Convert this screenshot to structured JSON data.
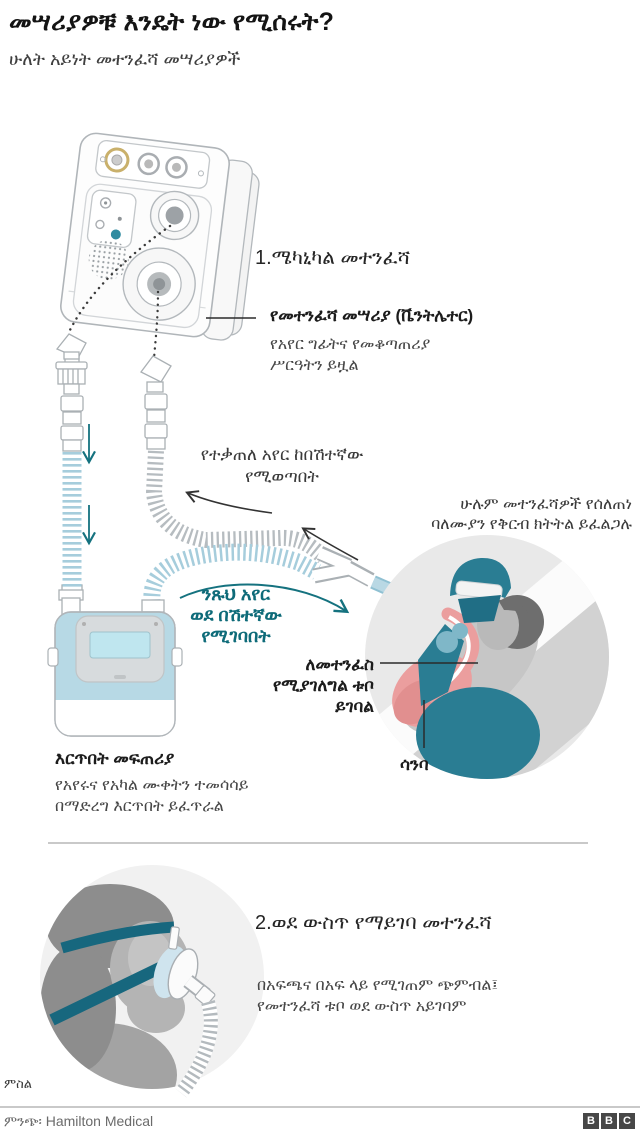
{
  "header": {
    "title": "መሣሪያዎቹ እንዴት ነው የሚሰሩት?",
    "subtitle": "ሁለት አይነት መተንፈሻ መሣሪያዎች"
  },
  "section1": {
    "heading": "1.ሜካኒካል መተንፈሻ",
    "ventilator_label": "የመተንፈሻ መሣሪያ (ቬንትሌተር)",
    "ventilator_desc": "የአየር ግፊትና የመቆጣጠሪያ\nሥርዓትን ይዟል",
    "exhaust_label": "የተቃጠለ አየር ከበሽተኛው\nየሚወጣበት",
    "monitor_note": "ሁሉም መተንፈሻዎች የሰለጠነ\nባለሙያን የቅርብ ክትትል ይፈልጋሉ",
    "clean_air_label": "ንጹህ አየር\nወደ በሽተኛው\nየሚገባበት",
    "tube_label": "ለመተንፈስ\nየሚያገለግል ቱቦ\nይገባል",
    "lung_label": "ሳንባ",
    "humidifier_label": "እርጥበት መፍጠሪያ",
    "humidifier_desc": "የአየሩና የአካል ሙቀትን ተመሳሳይ\nበማድረግ እርጥበት ይፈጥራል"
  },
  "section2": {
    "heading": "2.ወደ ውስጥ የማይገባ መተንፈሻ",
    "desc": "በአፍጫና በአፍ ላይ የሚገጠም ጭምብል፤\nየመተንፈሻ ቱቦ ወደ ውስጥ አይገባም"
  },
  "footer": {
    "caption": "ምስል",
    "source": "ምንጭ፡ Hamilton Medical",
    "logo_letters": [
      "B",
      "B",
      "C"
    ]
  },
  "colors": {
    "teal_text": "#0e6b79",
    "strap_teal": "#17677e",
    "doctor_teal": "#2a7d93",
    "tube_blue": "#a6cddc",
    "humidifier_blue": "#b7d9e5",
    "lung_pink": "#eb9e9e",
    "circle_gray": "#e9e9e9"
  }
}
